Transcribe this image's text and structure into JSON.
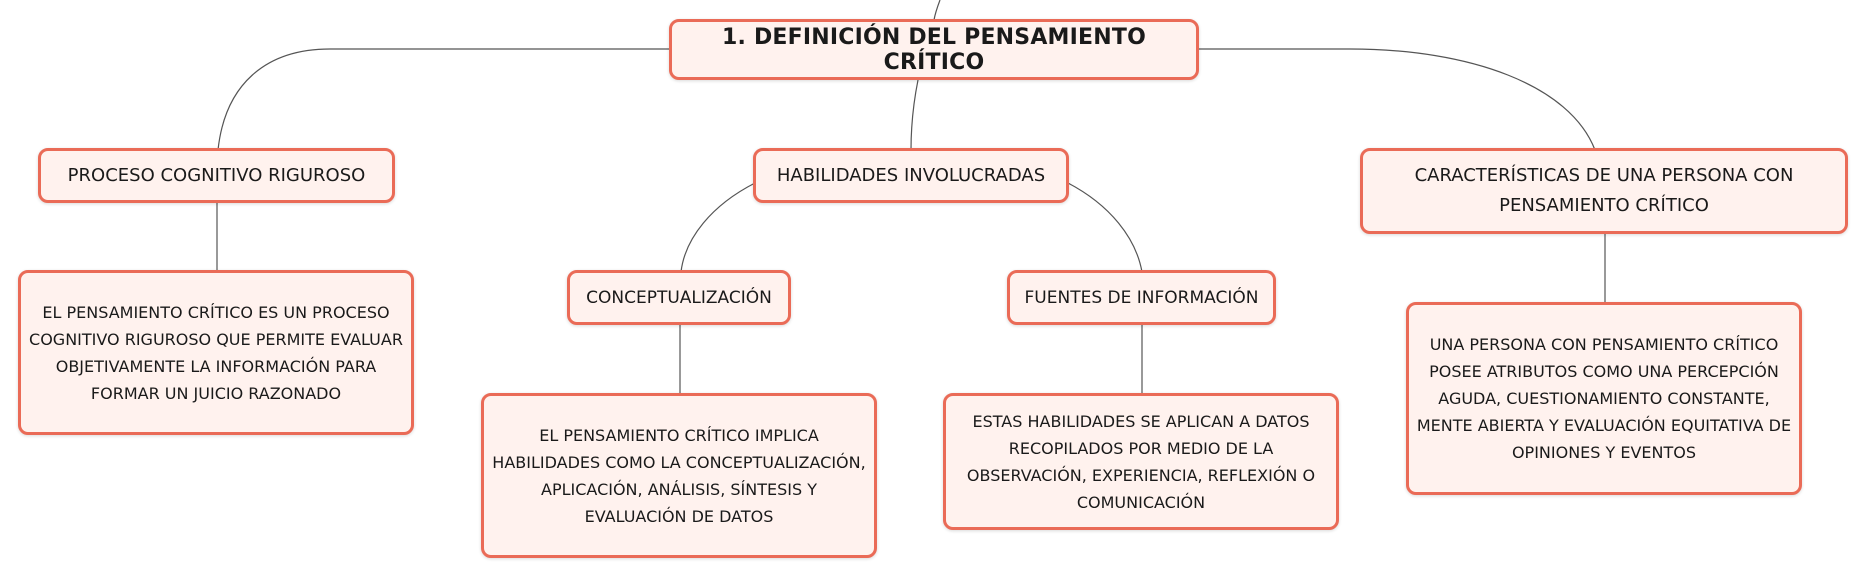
{
  "colors": {
    "node_border": "#ea6b57",
    "node_fill": "#fff2ee",
    "connector": "#555555"
  },
  "root": {
    "label": "1. DEFINICIÓN DEL PENSAMIENTO CRÍTICO"
  },
  "branches": [
    {
      "label": "PROCESO COGNITIVO RIGUROSO",
      "description": "EL PENSAMIENTO CRÍTICO ES UN PROCESO COGNITIVO RIGUROSO QUE PERMITE EVALUAR OBJETIVAMENTE LA INFORMACIÓN PARA FORMAR UN JUICIO RAZONADO"
    },
    {
      "label": "HABILIDADES INVOLUCRADAS",
      "children": [
        {
          "label": "CONCEPTUALIZACIÓN",
          "description": "EL PENSAMIENTO CRÍTICO IMPLICA HABILIDADES COMO LA CONCEPTUALIZACIÓN, APLICACIÓN, ANÁLISIS, SÍNTESIS Y EVALUACIÓN DE DATOS"
        },
        {
          "label": "FUENTES DE INFORMACIÓN",
          "description": "ESTAS HABILIDADES SE APLICAN A DATOS RECOPILADOS POR MEDIO DE LA OBSERVACIÓN, EXPERIENCIA, REFLEXIÓN O COMUNICACIÓN"
        }
      ]
    },
    {
      "label": "CARACTERÍSTICAS DE UNA PERSONA CON PENSAMIENTO CRÍTICO",
      "description": "UNA PERSONA CON PENSAMIENTO CRÍTICO POSEE ATRIBUTOS COMO UNA PERCEPCIÓN AGUDA, CUESTIONAMIENTO CONSTANTE, MENTE ABIERTA Y EVALUACIÓN EQUITATIVA DE OPINIONES Y EVENTOS"
    }
  ]
}
